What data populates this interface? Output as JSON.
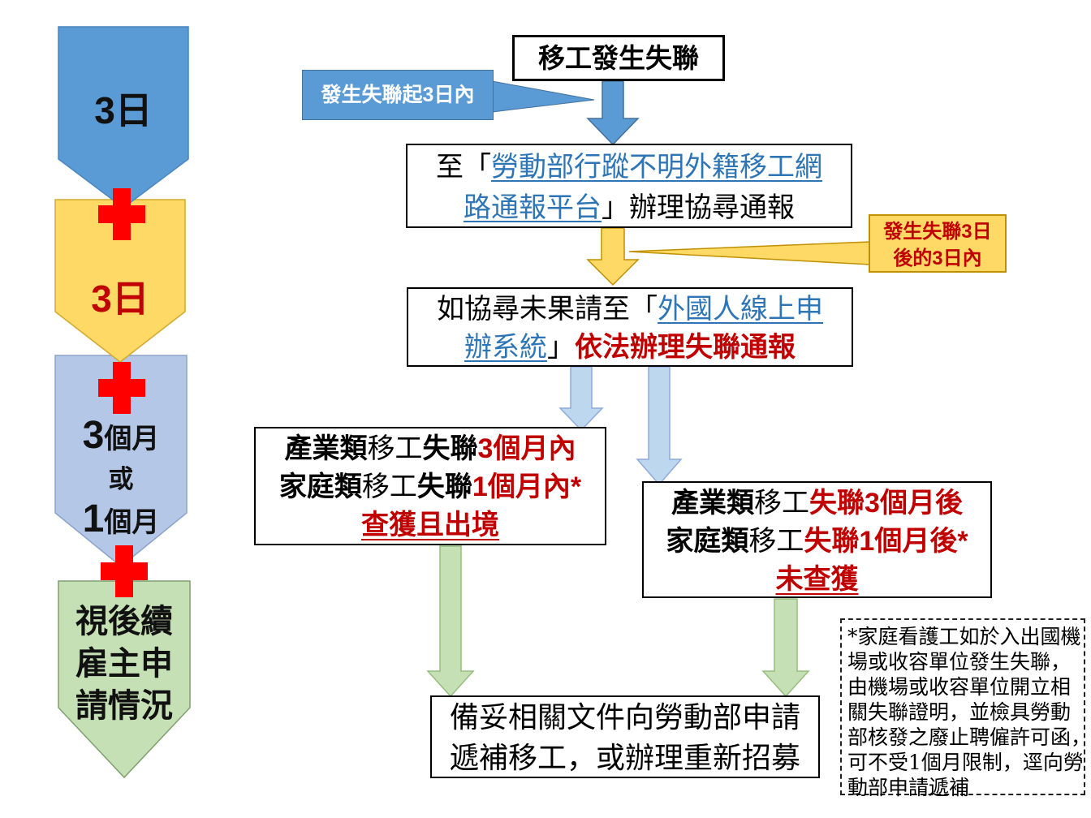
{
  "colors": {
    "blue": "#5B9BD5",
    "blue_border": "#41719C",
    "yellow": "#FFD966",
    "yellow_border": "#BF9000",
    "lavender": "#B4C7E7",
    "green": "#C5E0B4",
    "green_border": "#97BD7E",
    "light_blue": "#BDD7EE",
    "light_blue_border": "#8FAADC",
    "red_text": "#C00000",
    "plus_red": "#FF0000",
    "link": "#2E75B6"
  },
  "timeline": {
    "step1": "3日",
    "step2": "3日",
    "step3_num1": "3",
    "step3_unit1": "個月",
    "step3_or": "或",
    "step3_num2": "1",
    "step3_unit2": "個月",
    "step4_line1": "視後續",
    "step4_line2": "雇主申",
    "step4_line3": "請情況"
  },
  "flow": {
    "start": "移工發生失聯",
    "callout_blue": "發生失聯起3日內",
    "report_box": {
      "prefix": "至「",
      "link_part1": "勞動部行蹤不明外籍移工網",
      "link_part2": "路通報平台",
      "suffix": "」辦理協尋通報"
    },
    "callout_yellow_line1": "發生失聯3日",
    "callout_yellow_line2": "後的3日內",
    "legal_box": {
      "prefix": "如協尋未果請至「",
      "link_part1": "外國人線上申",
      "link_part2": "辦系統",
      "bracket": "」",
      "red_text": "依法辦理失聯通報"
    },
    "branch_left": {
      "industry": "產業類",
      "worker1": "移工",
      "missing1": "失聯",
      "period1": "3個月內",
      "family": "家庭類",
      "worker2": "移工",
      "missing2": "失聯",
      "period2": "1個月內*",
      "result": "查獲且出境"
    },
    "branch_right": {
      "industry": "產業類",
      "worker1": "移工",
      "red1": "失聯3個月後",
      "family": "家庭類",
      "worker2": "移工",
      "red2": "失聯1個月後*",
      "result": "未查獲"
    },
    "final_box_line1": "備妥相關文件向勞動部申請",
    "final_box_line2": "遞補移工，或辦理重新招募",
    "footnote": "*家庭看護工如於入出國機\n場或收容單位發生失聯，\n由機場或收容單位開立相\n關失聯證明，並檢具勞動\n部核發之廢止聘僱許可函，\n可不受1個月限制，逕向勞\n動部申請遞補"
  }
}
